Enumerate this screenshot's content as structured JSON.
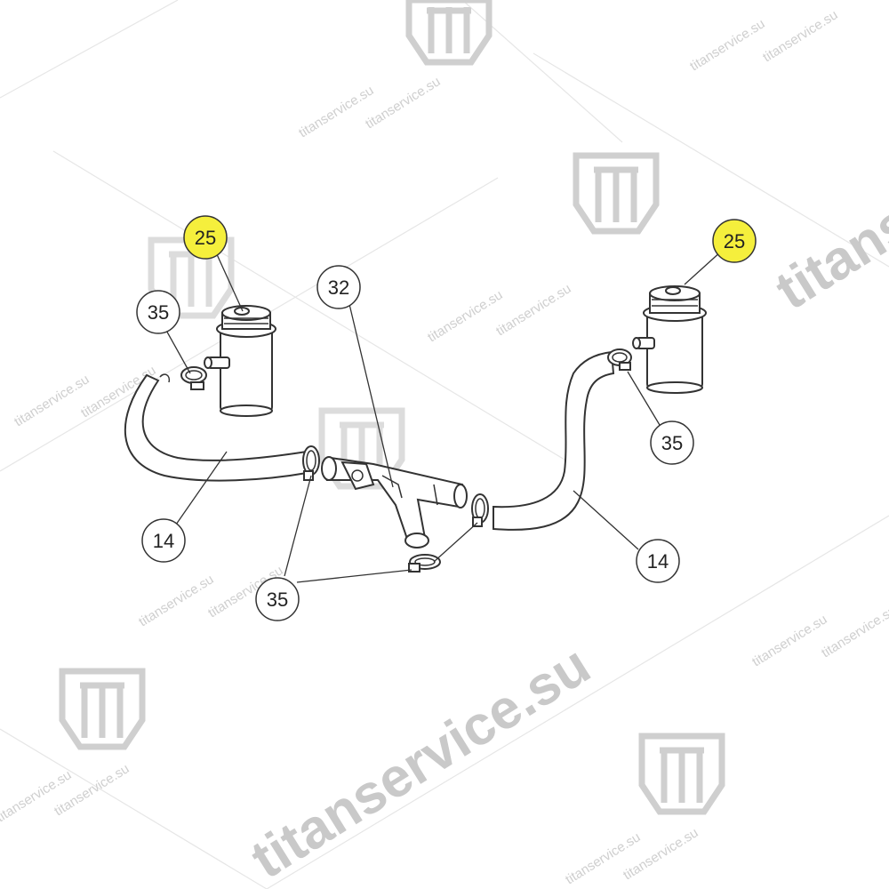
{
  "watermark": {
    "text": "titanservice.su",
    "logo_icon": "titan-logo-icon"
  },
  "callouts": {
    "filter_left": "25",
    "filter_right": "25",
    "clamp_left": "35",
    "clamp_right": "35",
    "clamp_bottom": "35",
    "tee": "32",
    "hose_left": "14",
    "hose_right": "14"
  },
  "colors": {
    "highlight": "#f5ef3c",
    "outline": "#333333",
    "watermark": "#c9c9c9"
  }
}
